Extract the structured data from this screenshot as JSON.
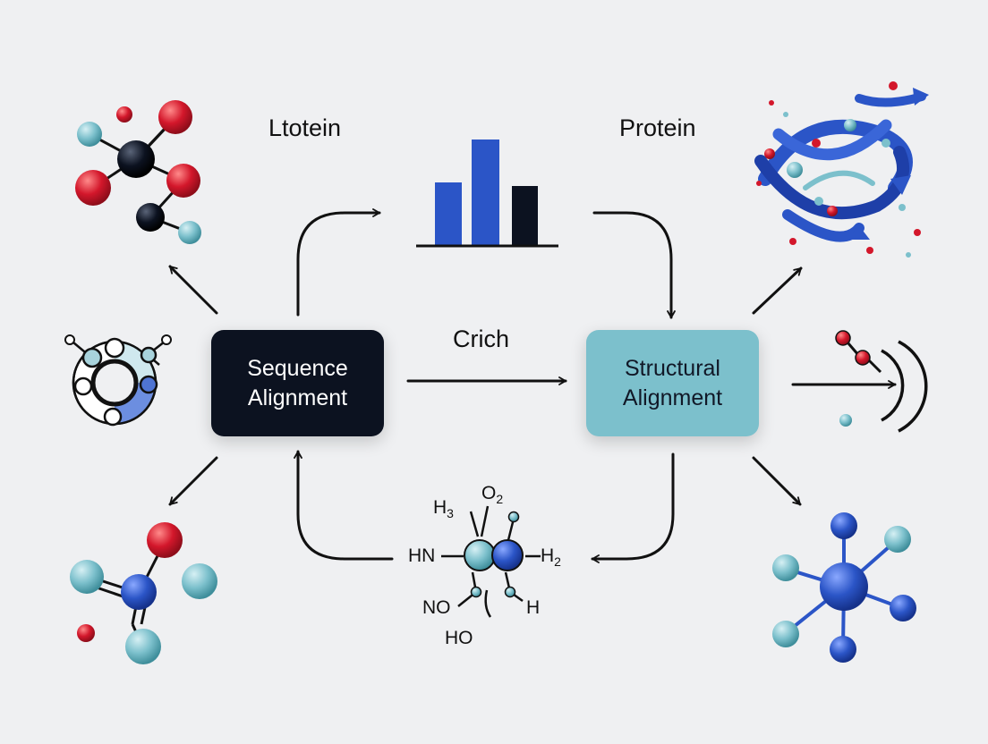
{
  "colors": {
    "background": "#eff0f2",
    "sequence_box": "#0c1220",
    "structural_box": "#7cc0cc",
    "arrow": "#111111",
    "red_atom": "#d3172b",
    "teal_atom": "#7cc0cc",
    "blue_atom": "#2b55c7",
    "dark_atom": "#0c1220"
  },
  "nodes": {
    "sequence": {
      "line1": "Sequence",
      "line2": "Alignment"
    },
    "structural": {
      "line1": "Structural",
      "line2": "Alignment"
    }
  },
  "labels": {
    "top_left": "Ltotein",
    "top_right": "Protein",
    "center": "Crich"
  },
  "chem": {
    "h3": "H",
    "h3_sub": "3",
    "o2": "O",
    "o2_sub": "2",
    "hn": "HN",
    "h2": "H",
    "h2_sub": "2",
    "no": "NO",
    "h": "H",
    "ho": "HO"
  },
  "icons": [
    "molecule-icon",
    "bar-chart-icon",
    "protein-ribbon-icon",
    "ring-molecule-icon",
    "signal-arrow-icon",
    "chemical-structure-icon",
    "molecule-icon",
    "network-molecule-icon"
  ]
}
